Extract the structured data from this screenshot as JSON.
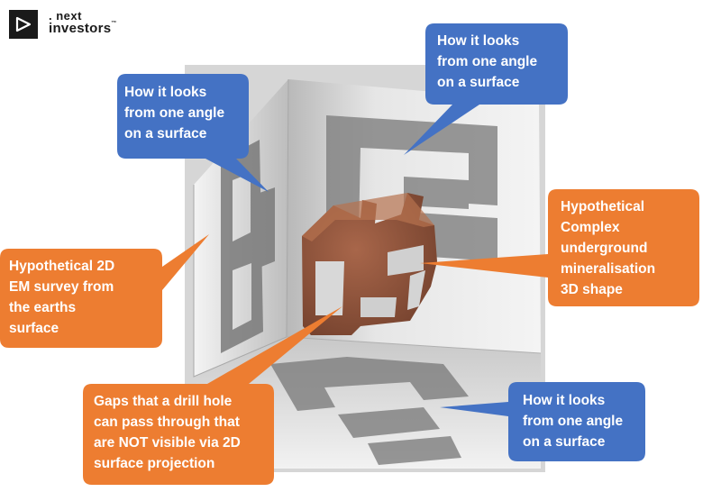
{
  "logo": {
    "line1": ". next",
    "line2": "investors",
    "tm": "™"
  },
  "callouts": {
    "top_left_surface": "How it looks\nfrom one angle\non a surface",
    "top_right_surface": "How it looks\nfrom one angle\non a surface",
    "bottom_right_surface": "How it looks\nfrom one angle\non a surface",
    "em_survey": "Hypothetical 2D\nEM survey from\nthe earths\nsurface",
    "mineralisation_shape": "Hypothetical\nComplex\nunderground\nmineralisation\n3D shape",
    "drill_gaps": "Gaps that a drill hole\ncan pass through that\nare NOT visible via 2D\nsurface projection"
  },
  "colors": {
    "blue_callout": "#4472C4",
    "orange_callout": "#ED7D31",
    "shape": "#8A5038"
  }
}
